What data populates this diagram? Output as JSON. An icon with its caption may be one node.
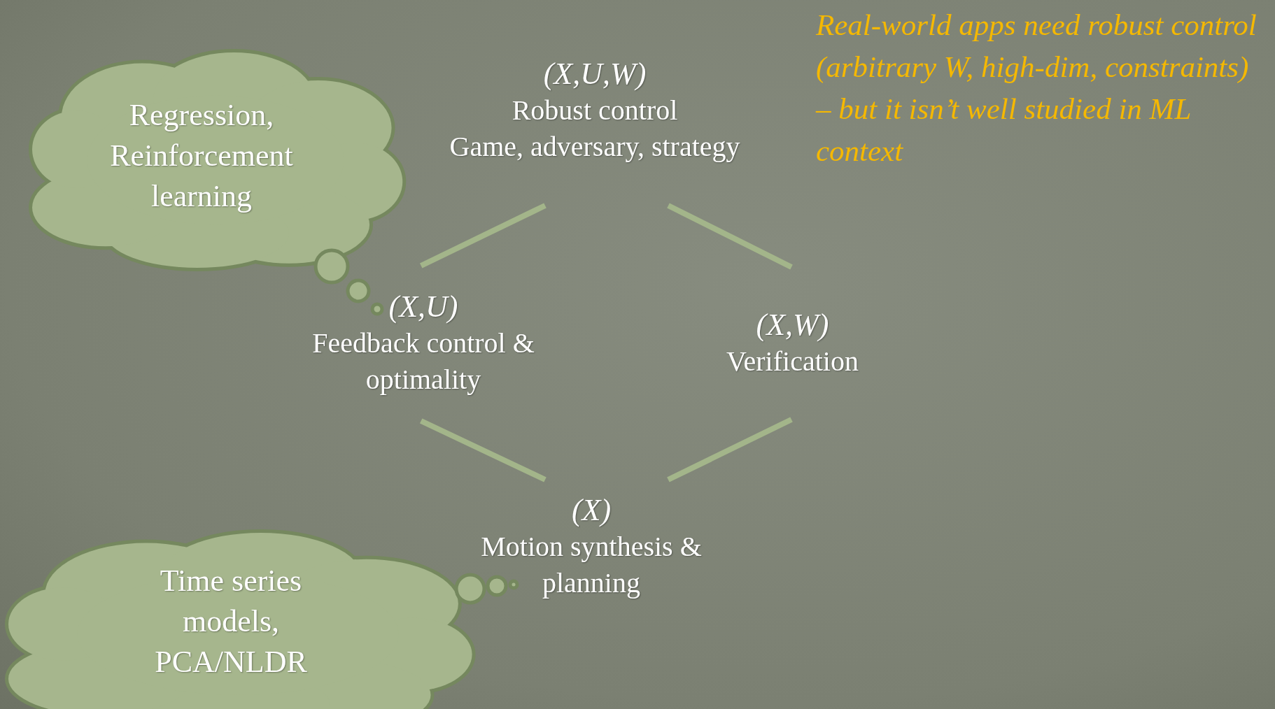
{
  "diagram": {
    "nodes": [
      {
        "text": [
          "Regression, Reinforcement learning"
        ]
      },
      {
        "text": [
          "(X,U,W)",
          "Robust control",
          "Game, adversary, strategy"
        ]
      },
      {
        "text": [
          "(X,U)",
          "Feedback control & optimality"
        ]
      },
      {
        "text": [
          "(X,W)",
          "Verification"
        ]
      },
      {
        "text": [
          "(X)",
          "Motion synthesis & planning"
        ]
      },
      {
        "text": [
          "Time series models, PCA/NLDR"
        ]
      }
    ],
    "edges": [
      {
        "from": 2,
        "to": 1,
        "arrow": "none"
      },
      {
        "from": 1,
        "to": 3,
        "arrow": "none"
      },
      {
        "from": 2,
        "to": 4,
        "arrow": "none"
      },
      {
        "from": 4,
        "to": 3,
        "arrow": "none"
      }
    ],
    "labels": [
      "Real-world apps need robust control (arbitrary W, high-dim, constraints) – but it isn’t well studied in ML context"
    ]
  }
}
